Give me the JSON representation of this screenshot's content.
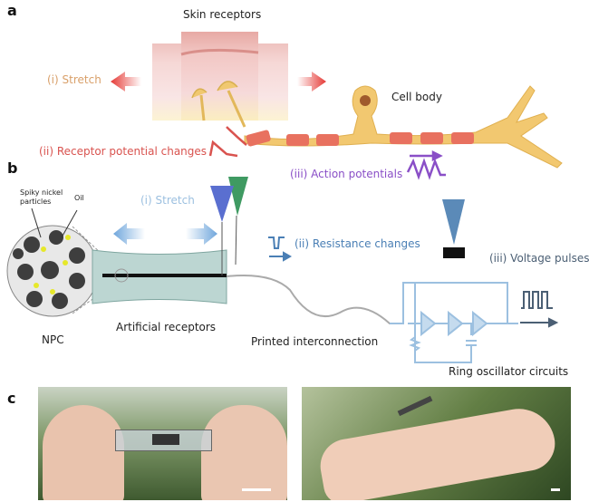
{
  "panels": {
    "a": {
      "label": "a",
      "skin_receptors": "Skin receptors",
      "stretch": "(i) Stretch",
      "cell_body": "Cell body",
      "receptor_potential": "(ii) Receptor potential changes",
      "action_potentials": "(iii) Action potentials"
    },
    "b": {
      "label": "b",
      "spiky_nickel": "Spiky nickel particles",
      "oil": "Oil",
      "stretch": "(i) Stretch",
      "resistance": "(ii) Resistance changes",
      "voltage": "(iii) Voltage pulses",
      "npc": "NPC",
      "artificial_receptors": "Artificial receptors",
      "printed_interconnection": "Printed interconnection",
      "ring_oscillator": "Ring oscillator circuits"
    },
    "c": {
      "label": "c"
    }
  },
  "colors": {
    "stretch_a": "#d9a06a",
    "receptor": "#d9534f",
    "action": "#8a4fc7",
    "blue_text": "#4a7fb5",
    "light_blue": "#9cc0e0"
  }
}
